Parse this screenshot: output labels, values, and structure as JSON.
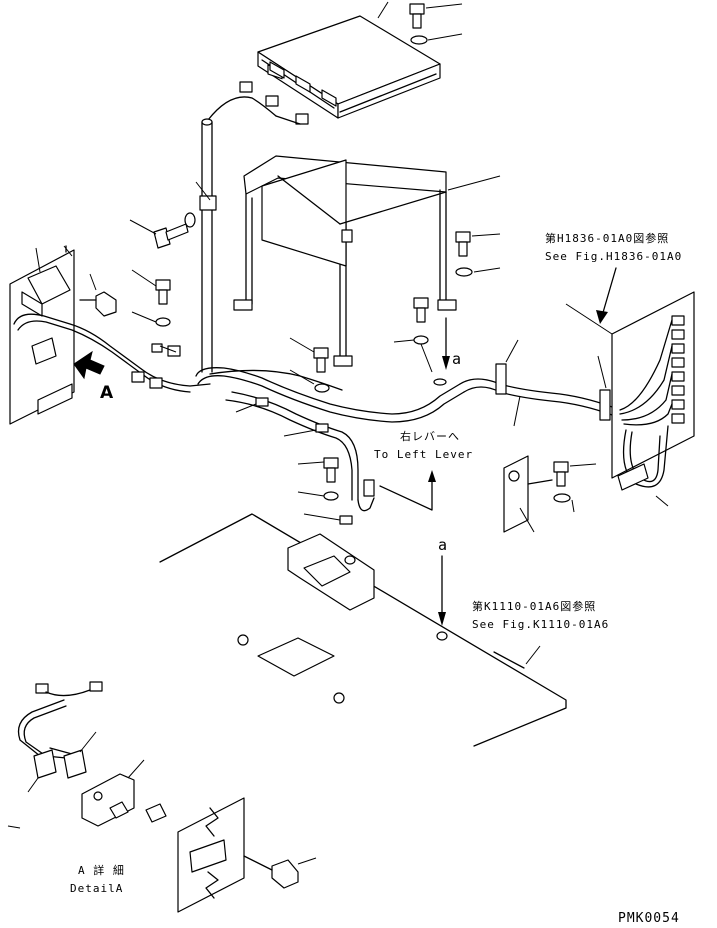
{
  "references": {
    "h1836_jp": "第H1836-01A0図参照",
    "h1836_en": "See Fig.H1836-01A0",
    "k1110_jp": "第K1110-01A6図参照",
    "k1110_en": "See Fig.K1110-01A6"
  },
  "lever": {
    "jp": "右レバーへ",
    "en": "To Left Lever"
  },
  "markers": {
    "a_top": "a",
    "a_mid": "a",
    "view_a": "A"
  },
  "detail": {
    "jp": "A 詳 細",
    "en": "DetailA"
  },
  "drawing_code": "PMK0054"
}
